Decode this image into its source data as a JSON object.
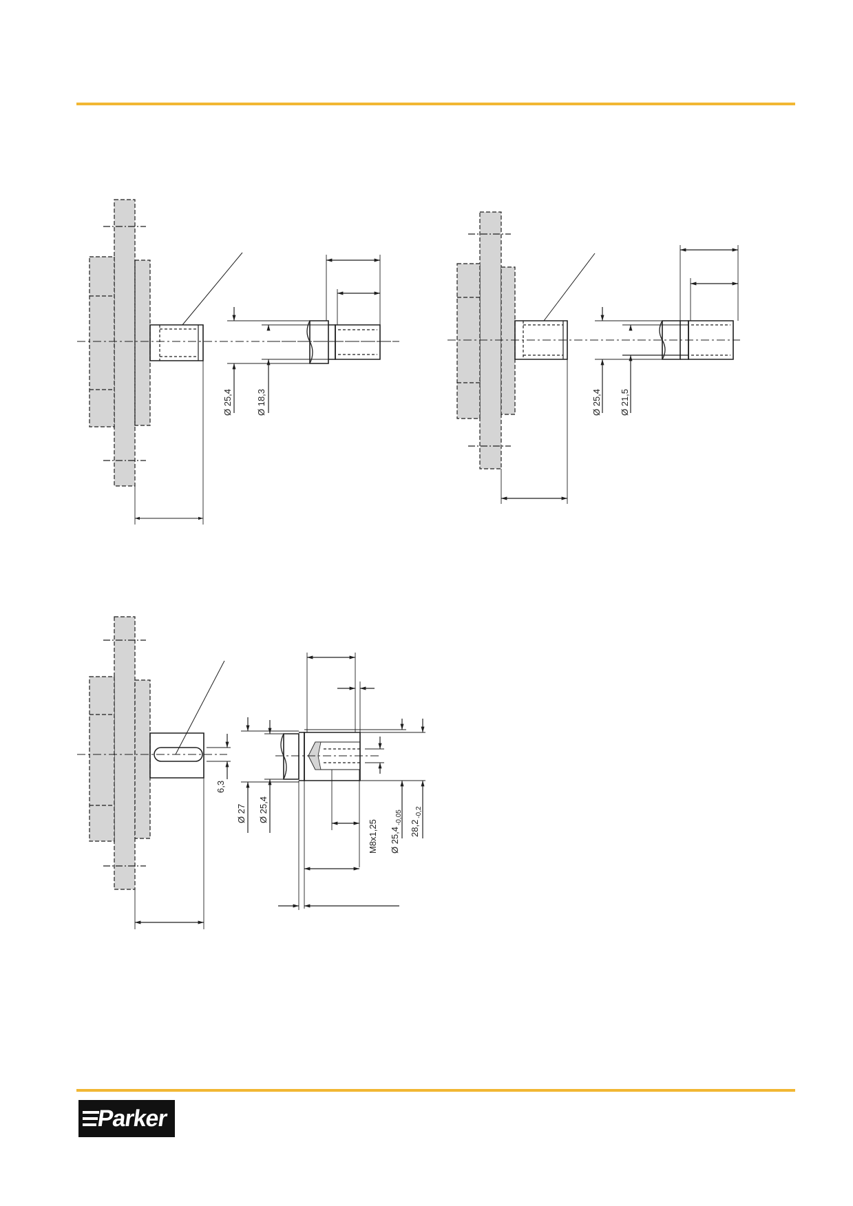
{
  "colors": {
    "accent_rule": "#F2B733",
    "housing_fill": "#D5D5D5",
    "line": "#1E1E1E",
    "logo_bg": "#111111"
  },
  "logo": {
    "text": "Parker"
  },
  "drawings": {
    "top_left": {
      "dia_outer": "Ø 25,4",
      "dia_inner": "Ø 18,3"
    },
    "top_right": {
      "dia_outer": "Ø 25,4",
      "dia_inner": "Ø 21,5"
    },
    "bottom_left": {
      "key_width": "6,3",
      "dia_outer": "Ø 27",
      "dia_shaft": "Ø 25,4",
      "thread": "M8x1,25",
      "dia_tol_base": "Ø 25,4",
      "dia_tol": "-0,05",
      "length_base": "28,2",
      "length_tol": "-0,2"
    }
  }
}
